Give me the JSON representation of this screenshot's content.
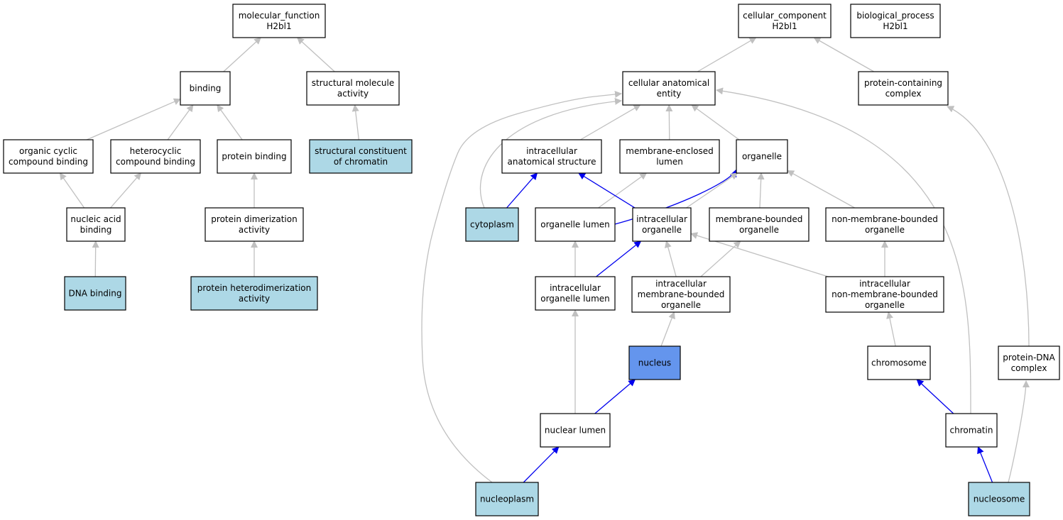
{
  "colors": {
    "default_fill": "#ffffff",
    "annotated_fill": "#add8e6",
    "focus_fill": "#6495ed",
    "is_a_edge": "#c0c0c0",
    "part_of_edge": "#0000ee"
  },
  "nodes": [
    {
      "id": "mf",
      "lines": [
        "molecular_function",
        "H2bl1"
      ],
      "style": "default"
    },
    {
      "id": "binding",
      "lines": [
        "binding"
      ],
      "style": "default"
    },
    {
      "id": "structmol",
      "lines": [
        "structural molecule",
        "activity"
      ],
      "style": "default"
    },
    {
      "id": "orgcyc",
      "lines": [
        "organic cyclic",
        "compound binding"
      ],
      "style": "default"
    },
    {
      "id": "hetero",
      "lines": [
        "heterocyclic",
        "compound binding"
      ],
      "style": "default"
    },
    {
      "id": "protbind",
      "lines": [
        "protein binding"
      ],
      "style": "default"
    },
    {
      "id": "structchrom",
      "lines": [
        "structural constituent",
        "of chromatin"
      ],
      "style": "annotated"
    },
    {
      "id": "nucacid",
      "lines": [
        "nucleic acid",
        "binding"
      ],
      "style": "default"
    },
    {
      "id": "protdimer",
      "lines": [
        "protein dimerization",
        "activity"
      ],
      "style": "default"
    },
    {
      "id": "dnabind",
      "lines": [
        "DNA binding"
      ],
      "style": "annotated"
    },
    {
      "id": "protheterodimer",
      "lines": [
        "protein heterodimerization",
        "activity"
      ],
      "style": "annotated"
    },
    {
      "id": "cc",
      "lines": [
        "cellular_component",
        "H2bl1"
      ],
      "style": "default"
    },
    {
      "id": "bp",
      "lines": [
        "biological_process",
        "H2bl1"
      ],
      "style": "default"
    },
    {
      "id": "cae",
      "lines": [
        "cellular anatomical",
        "entity"
      ],
      "style": "default"
    },
    {
      "id": "pcc",
      "lines": [
        "protein-containing",
        "complex"
      ],
      "style": "default"
    },
    {
      "id": "ias",
      "lines": [
        "intracellular",
        "anatomical structure"
      ],
      "style": "default"
    },
    {
      "id": "mel",
      "lines": [
        "membrane-enclosed",
        "lumen"
      ],
      "style": "default"
    },
    {
      "id": "organelle",
      "lines": [
        "organelle"
      ],
      "style": "default"
    },
    {
      "id": "cytoplasm",
      "lines": [
        "cytoplasm"
      ],
      "style": "annotated"
    },
    {
      "id": "orglumen",
      "lines": [
        "organelle lumen"
      ],
      "style": "default"
    },
    {
      "id": "icorg",
      "lines": [
        "intracellular",
        "organelle"
      ],
      "style": "default"
    },
    {
      "id": "mbo",
      "lines": [
        "membrane-bounded",
        "organelle"
      ],
      "style": "default"
    },
    {
      "id": "nmbo",
      "lines": [
        "non-membrane-bounded",
        "organelle"
      ],
      "style": "default"
    },
    {
      "id": "icol",
      "lines": [
        "intracellular",
        "organelle lumen"
      ],
      "style": "default"
    },
    {
      "id": "icmbo",
      "lines": [
        "intracellular",
        "membrane-bounded",
        "organelle"
      ],
      "style": "default"
    },
    {
      "id": "icnmbo",
      "lines": [
        "intracellular",
        "non-membrane-bounded",
        "organelle"
      ],
      "style": "default"
    },
    {
      "id": "nucleus",
      "lines": [
        "nucleus"
      ],
      "style": "focus"
    },
    {
      "id": "chromosome",
      "lines": [
        "chromosome"
      ],
      "style": "default"
    },
    {
      "id": "pdc",
      "lines": [
        "protein-DNA",
        "complex"
      ],
      "style": "default"
    },
    {
      "id": "nuclumen",
      "lines": [
        "nuclear lumen"
      ],
      "style": "default"
    },
    {
      "id": "chromatin",
      "lines": [
        "chromatin"
      ],
      "style": "default"
    },
    {
      "id": "nucleoplasm",
      "lines": [
        "nucleoplasm"
      ],
      "style": "annotated"
    },
    {
      "id": "nucleosome",
      "lines": [
        "nucleosome"
      ],
      "style": "annotated"
    }
  ],
  "edges": [
    {
      "from": "binding",
      "to": "mf",
      "type": "is_a"
    },
    {
      "from": "structmol",
      "to": "mf",
      "type": "is_a"
    },
    {
      "from": "orgcyc",
      "to": "binding",
      "type": "is_a"
    },
    {
      "from": "hetero",
      "to": "binding",
      "type": "is_a"
    },
    {
      "from": "protbind",
      "to": "binding",
      "type": "is_a"
    },
    {
      "from": "structchrom",
      "to": "structmol",
      "type": "is_a"
    },
    {
      "from": "nucacid",
      "to": "orgcyc",
      "type": "is_a"
    },
    {
      "from": "nucacid",
      "to": "hetero",
      "type": "is_a"
    },
    {
      "from": "protdimer",
      "to": "protbind",
      "type": "is_a"
    },
    {
      "from": "dnabind",
      "to": "nucacid",
      "type": "is_a"
    },
    {
      "from": "protheterodimer",
      "to": "protdimer",
      "type": "is_a"
    },
    {
      "from": "cae",
      "to": "cc",
      "type": "is_a"
    },
    {
      "from": "pcc",
      "to": "cc",
      "type": "is_a"
    },
    {
      "from": "ias",
      "to": "cae",
      "type": "is_a"
    },
    {
      "from": "mel",
      "to": "cae",
      "type": "is_a"
    },
    {
      "from": "organelle",
      "to": "cae",
      "type": "is_a"
    },
    {
      "from": "cytoplasm",
      "to": "cae",
      "type": "is_a"
    },
    {
      "from": "nucleoplasm",
      "to": "cae",
      "type": "is_a"
    },
    {
      "from": "chromatin",
      "to": "cae",
      "type": "is_a"
    },
    {
      "from": "cytoplasm",
      "to": "ias",
      "type": "part_of"
    },
    {
      "from": "orglumen",
      "to": "mel",
      "type": "is_a"
    },
    {
      "from": "orglumen",
      "to": "organelle",
      "type": "part_of"
    },
    {
      "from": "icorg",
      "to": "ias",
      "type": "part_of"
    },
    {
      "from": "icorg",
      "to": "organelle",
      "type": "is_a"
    },
    {
      "from": "mbo",
      "to": "organelle",
      "type": "is_a"
    },
    {
      "from": "nmbo",
      "to": "organelle",
      "type": "is_a"
    },
    {
      "from": "icol",
      "to": "orglumen",
      "type": "is_a"
    },
    {
      "from": "icol",
      "to": "icorg",
      "type": "part_of"
    },
    {
      "from": "icmbo",
      "to": "icorg",
      "type": "is_a"
    },
    {
      "from": "icmbo",
      "to": "mbo",
      "type": "is_a"
    },
    {
      "from": "icnmbo",
      "to": "icorg",
      "type": "is_a"
    },
    {
      "from": "icnmbo",
      "to": "nmbo",
      "type": "is_a"
    },
    {
      "from": "nucleus",
      "to": "icmbo",
      "type": "is_a"
    },
    {
      "from": "chromosome",
      "to": "icnmbo",
      "type": "is_a"
    },
    {
      "from": "pdc",
      "to": "pcc",
      "type": "is_a"
    },
    {
      "from": "nuclumen",
      "to": "icol",
      "type": "is_a"
    },
    {
      "from": "nuclumen",
      "to": "nucleus",
      "type": "part_of"
    },
    {
      "from": "chromatin",
      "to": "chromosome",
      "type": "part_of"
    },
    {
      "from": "nucleoplasm",
      "to": "nuclumen",
      "type": "part_of"
    },
    {
      "from": "nucleosome",
      "to": "chromatin",
      "type": "part_of"
    },
    {
      "from": "nucleosome",
      "to": "pdc",
      "type": "is_a"
    }
  ]
}
